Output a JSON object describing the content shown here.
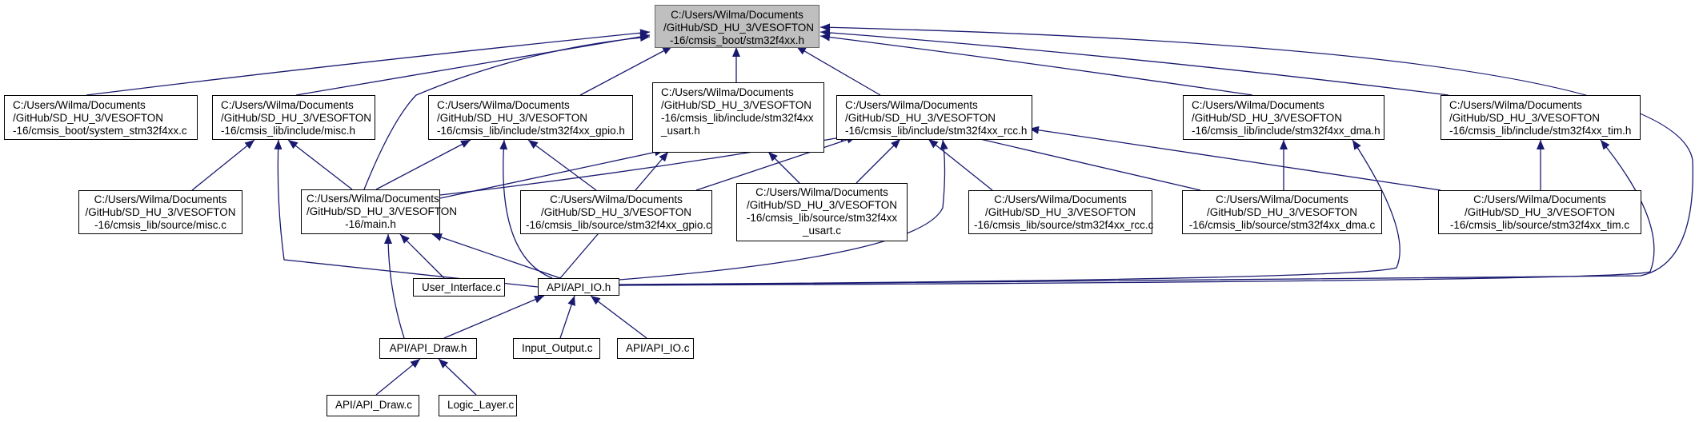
{
  "colors": {
    "edge": "#191970",
    "root_fill": "#bfbfbf",
    "node_border": "#000000"
  },
  "nodes": {
    "stm32f4xx_h": "C:/Users/Wilma/Documents\n/GitHub/SD_HU_3/VESOFTON\n-16/cmsis_boot/stm32f4xx.h",
    "system_stm32f4xx_c": "C:/Users/Wilma/Documents\n/GitHub/SD_HU_3/VESOFTON\n-16/cmsis_boot/system_stm32f4xx.c",
    "misc_h": "C:/Users/Wilma/Documents\n/GitHub/SD_HU_3/VESOFTON\n-16/cmsis_lib/include/misc.h",
    "gpio_h": "C:/Users/Wilma/Documents\n/GitHub/SD_HU_3/VESOFTON\n-16/cmsis_lib/include/stm32f4xx_gpio.h",
    "usart_h": "C:/Users/Wilma/Documents\n/GitHub/SD_HU_3/VESOFTON\n-16/cmsis_lib/include/stm32f4xx\n_usart.h",
    "rcc_h": "C:/Users/Wilma/Documents\n/GitHub/SD_HU_3/VESOFTON\n-16/cmsis_lib/include/stm32f4xx_rcc.h",
    "dma_h": "C:/Users/Wilma/Documents\n/GitHub/SD_HU_3/VESOFTON\n-16/cmsis_lib/include/stm32f4xx_dma.h",
    "tim_h": "C:/Users/Wilma/Documents\n/GitHub/SD_HU_3/VESOFTON\n-16/cmsis_lib/include/stm32f4xx_tim.h",
    "misc_c": "C:/Users/Wilma/Documents\n/GitHub/SD_HU_3/VESOFTON\n-16/cmsis_lib/source/misc.c",
    "main_h": "C:/Users/Wilma/Documents\n/GitHub/SD_HU_3/VESOFTON\n-16/main.h",
    "gpio_c": "C:/Users/Wilma/Documents\n/GitHub/SD_HU_3/VESOFTON\n-16/cmsis_lib/source/stm32f4xx_gpio.c",
    "usart_c": "C:/Users/Wilma/Documents\n/GitHub/SD_HU_3/VESOFTON\n-16/cmsis_lib/source/stm32f4xx\n_usart.c",
    "rcc_c": "C:/Users/Wilma/Documents\n/GitHub/SD_HU_3/VESOFTON\n-16/cmsis_lib/source/stm32f4xx_rcc.c",
    "dma_c": "C:/Users/Wilma/Documents\n/GitHub/SD_HU_3/VESOFTON\n-16/cmsis_lib/source/stm32f4xx_dma.c",
    "tim_c": "C:/Users/Wilma/Documents\n/GitHub/SD_HU_3/VESOFTON\n-16/cmsis_lib/source/stm32f4xx_tim.c",
    "user_interface_c": "User_Interface.c",
    "api_io_h": "API/API_IO.h",
    "api_draw_h": "API/API_Draw.h",
    "input_output_c": "Input_Output.c",
    "api_io_c": "API/API_IO.c",
    "api_draw_c": "API/API_Draw.c",
    "logic_layer_c": "Logic_Layer.c"
  }
}
